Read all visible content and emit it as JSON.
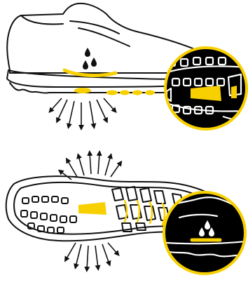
{
  "colors": {
    "accent": "#F8D000",
    "ink": "#111111",
    "background": "#FFFFFF",
    "inset_background": "#000000"
  },
  "panels": [
    {
      "name": "side-view",
      "shows": "shoe-side",
      "water_flow": "down",
      "inset": "sole-closeup"
    },
    {
      "name": "sole-view",
      "shows": "shoe-sole",
      "water_flow": "up-and-down",
      "inset": "shoe-side-closeup"
    }
  ],
  "icons": [
    "water-drop-icon",
    "arrow-down-icon",
    "arrow-up-icon",
    "magnifier-inset-icon"
  ]
}
